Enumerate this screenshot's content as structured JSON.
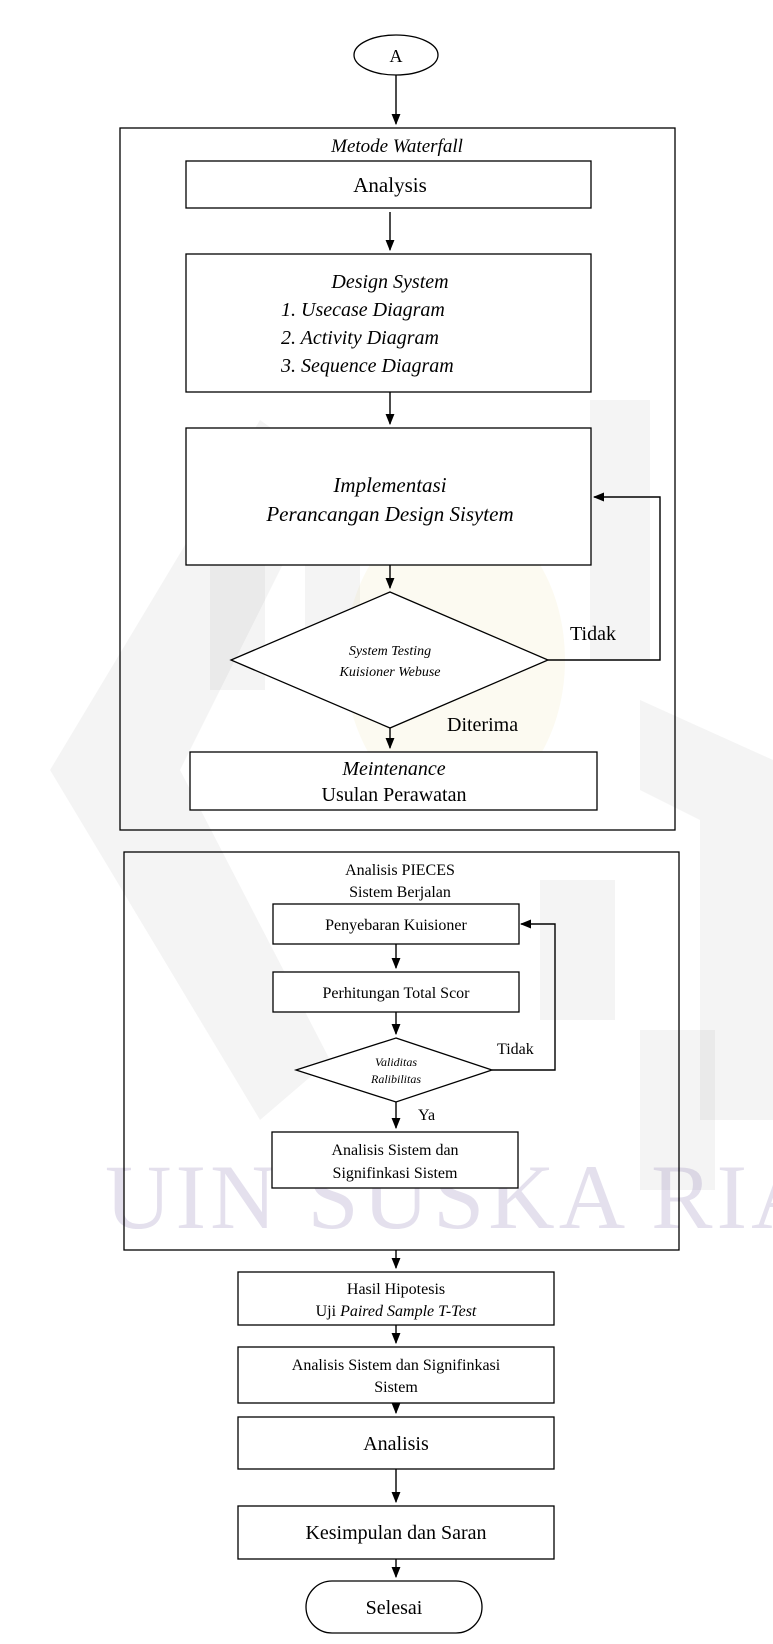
{
  "start_connector": "A",
  "waterfall": {
    "title": "Metode Waterfall",
    "analysis": "Analysis",
    "design_title": "Design System",
    "design_items": [
      "1. Usecase Diagram",
      "2. Activity Diagram",
      "3. Sequence Diagram"
    ],
    "impl_line1": "Implementasi",
    "impl_line2": "Perancangan Design Sisytem",
    "testing_line1": "System Testing",
    "testing_line2": "Kuisioner Webuse",
    "no_label": "Tidak",
    "yes_label": "Diterima",
    "maint_line1": "Meintenance",
    "maint_line2": "Usulan Perawatan"
  },
  "pieces": {
    "title_line1": "Analisis PIECES",
    "title_line2": "Sistem Berjalan",
    "step1": "Penyebaran Kuisioner",
    "step2": "Perhitungan Total Scor",
    "decision_line1": "Validitas",
    "decision_line2": "Ralibilitas",
    "no_label": "Tidak",
    "yes_label": "Ya",
    "result_line1": "Analisis Sistem dan",
    "result_line2": "Signifinkasi Sistem"
  },
  "hypothesis": {
    "line1": "Hasil Hipotesis",
    "line2_plain": "Uji ",
    "line2_italic": "Paired Sample T-Test"
  },
  "analysis_signif": {
    "line1": "Analisis Sistem dan Signifinkasi",
    "line2": "Sistem"
  },
  "analisis": "Analisis",
  "conclusion": "Kesimpulan dan Saran",
  "end": "Selesai",
  "watermark": "UIN SUSKA RIA"
}
